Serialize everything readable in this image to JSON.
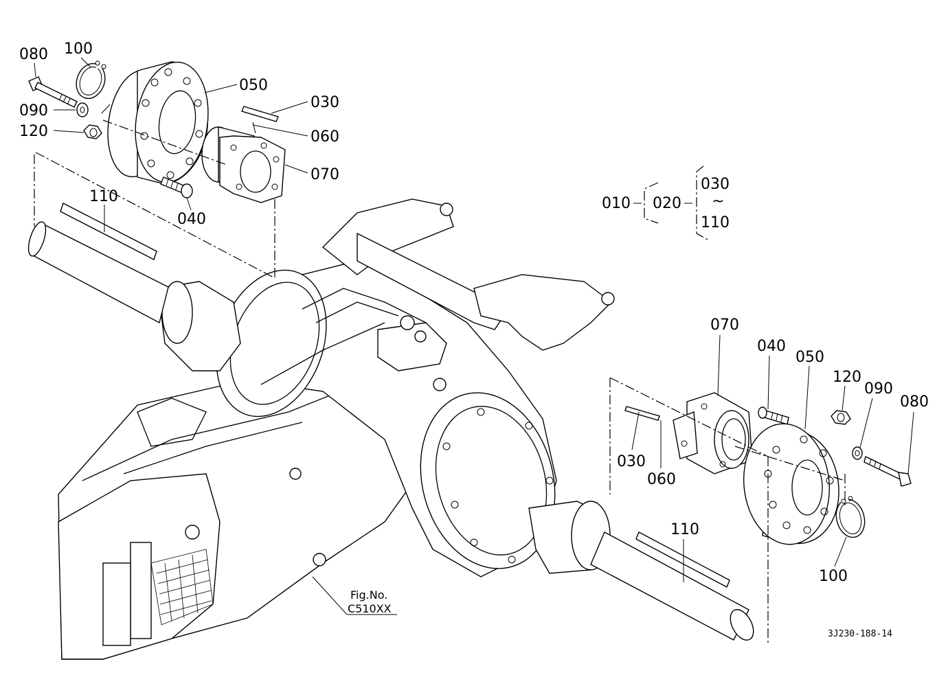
{
  "callouts_left": {
    "c080": "080",
    "c100": "100",
    "c050": "050",
    "c030": "030",
    "c090": "090",
    "c060": "060",
    "c120": "120",
    "c070": "070",
    "c040": "040",
    "c110": "110"
  },
  "callouts_right": {
    "c070": "070",
    "c040": "040",
    "c050": "050",
    "c120": "120",
    "c090": "090",
    "c080": "080",
    "c030": "030",
    "c060": "060",
    "c110": "110",
    "c100": "100"
  },
  "assembly_key": {
    "level1": "010",
    "level2": "020",
    "range_start": "030",
    "range_sep": "~",
    "range_end": "110"
  },
  "figure_ref": {
    "line1": "Fig.No.",
    "line2": "C510XX"
  },
  "drawing_code": "3J230-188-14"
}
